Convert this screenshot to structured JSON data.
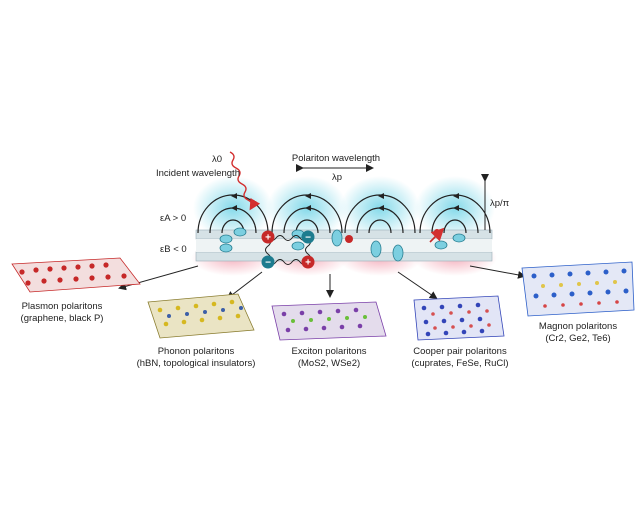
{
  "diagram": {
    "labels": {
      "lambda0": "λ0",
      "incident": "Incident wavelength",
      "polariton_wavelength": "Polariton wavelength",
      "lambda_p": "λp",
      "lambda_p_pi": "λp/π",
      "eps_a": "εA > 0",
      "eps_b": "εB < 0"
    },
    "materials": [
      {
        "title": "Plasmon polaritons",
        "subtitle": "(graphene, black P)",
        "color": "#c62828"
      },
      {
        "title": "Phonon polaritons",
        "subtitle": "(hBN, topological insulators)",
        "color": "#d6b820"
      },
      {
        "title": "Exciton polaritons",
        "subtitle": "(MoS2, WSe2)",
        "color": "#7a3fa8"
      },
      {
        "title": "Cooper pair polaritons",
        "subtitle": "(cuprates, FeSe, RuCl)",
        "color": "#3345b8"
      },
      {
        "title": "Magnon polaritons",
        "subtitle": "(Cr2, Ge2, Te6)",
        "color": "#2c5fc9"
      }
    ],
    "charges": {
      "plus": "+",
      "minus": "−"
    }
  }
}
